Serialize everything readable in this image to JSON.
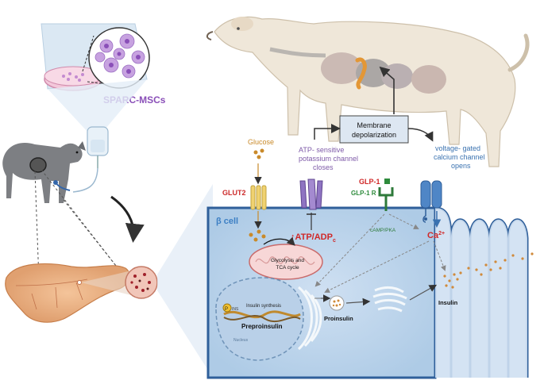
{
  "culture": {
    "label": "SPARC-MSCs"
  },
  "labels": {
    "glucose": "Glucose",
    "glut2": "GLUT2",
    "beta_cell": "β cell",
    "membrane_line1": "Membrane",
    "membrane_line2": "depolarization",
    "katp_line1": "ATP- sensitive",
    "katp_line2": "potassium channel",
    "katp_line3": "closes",
    "ca_line1": "voltage- gated",
    "ca_line2": "calcium channel",
    "ca_line3": "opens",
    "glp1": "GLP-1",
    "glp1r": "GLP-1 R",
    "atp_adp": "↑ATP/ADP",
    "atp_sub": "c",
    "camp_pka": "cAMP/PKA",
    "ca2": "Ca",
    "ca2_sup": "2+",
    "glyco_line1": "Glycolysis and",
    "glyco_line2": "TCA cycle",
    "insulin_synthesis": "Insulin synthesis",
    "preproinsulin": "Preproinsulin",
    "proinsulin": "Proinsulin",
    "insulin": "Insulin",
    "nucleus": "Nucleus",
    "pdx1": "P",
    "ins_gene": "INS"
  },
  "colors": {
    "glucose": "#c98a2a",
    "glut2": "#cc2a2a",
    "beta_cell": "#3c7fc4",
    "katp": "#7e5aa8",
    "ca_channel": "#3a72b0",
    "glp1": "#2e8b3c",
    "red_label": "#d02828",
    "culture": "#8a4fb8"
  }
}
